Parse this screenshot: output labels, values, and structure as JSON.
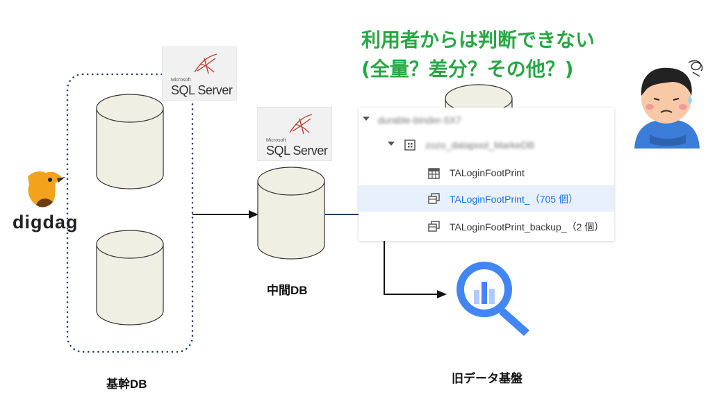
{
  "headline": {
    "line1": "利用者からは判断できない",
    "line2": "(全量？差分？その他？)"
  },
  "logos": {
    "sqlserver_small": "Microsoft",
    "sqlserver_name": "SQL Server",
    "digdag": "digdag"
  },
  "labels": {
    "kikan_db": "基幹DB",
    "chukan_db": "中間DB",
    "old_platform": "旧データ基盤"
  },
  "tree": {
    "project": "durable-binder-5X7",
    "dataset": "zozo_datapool_MarkeDB",
    "rows": [
      {
        "name": "TALoginFootPrint",
        "icon": "table-icon"
      },
      {
        "name": "TALoginFootPrint_（705 個）",
        "icon": "sharded-table-icon",
        "selected": true
      },
      {
        "name": "TALoginFootPrint_backup_（2 個）",
        "icon": "sharded-table-icon"
      }
    ]
  },
  "colors": {
    "headline": "#28a745",
    "cylinder_fill": "#efefe3",
    "bigquery_blue": "#4285f4",
    "selected_row": "#e8f0fe"
  }
}
